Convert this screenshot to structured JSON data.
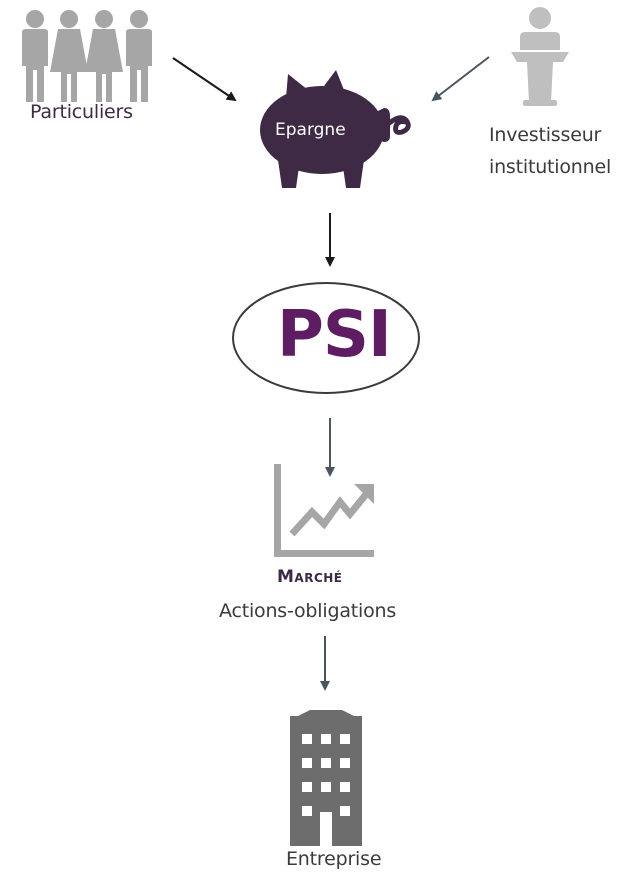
{
  "nodes": {
    "particuliers": {
      "label": "Particuliers"
    },
    "investisseur": {
      "label_line1": "Investisseur",
      "label_line2": "institutionnel"
    },
    "epargne": {
      "label": "Epargne"
    },
    "psi": {
      "label": "PSI"
    },
    "marche": {
      "title": "Marché",
      "subtitle": "Actions-obligations"
    },
    "entreprise": {
      "label": "Entreprise"
    }
  },
  "colors": {
    "purple_dark": "#3f2a45",
    "purple": "#5e1c63",
    "gray_icon": "#a6a6a6",
    "gray_dark": "#6d6d6d",
    "text": "#3b3b3b",
    "arrow_dark": "#1a1a1a",
    "arrow_gray": "#4a5560"
  },
  "icons": [
    "people-group-icon",
    "podium-speaker-icon",
    "piggy-bank-icon",
    "rising-chart-icon",
    "office-building-icon"
  ]
}
